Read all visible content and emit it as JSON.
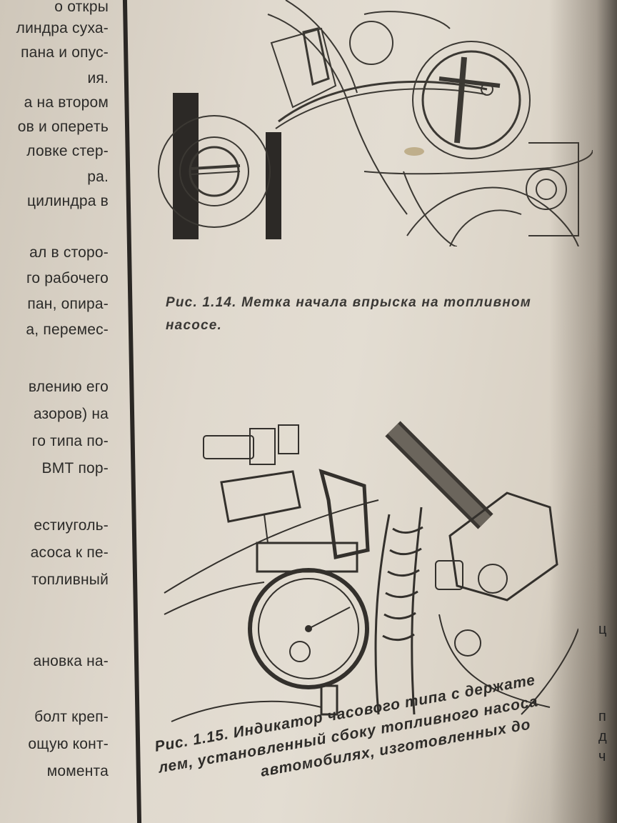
{
  "left_column": {
    "lines": [
      "о откры",
      "линдра суха-",
      "пана и опус-",
      "ия.",
      "а на втором",
      "ов и оперeть",
      "ловке стер-",
      "ра.",
      "цилиндра в",
      "ал в сторо-",
      "го рабочего",
      "пан, опира-",
      "а, перемес-",
      "влению его",
      "азоров) на",
      "го типа по-",
      "ВМТ пор-",
      "естиуголь-",
      "асоса к пе-",
      "топливный",
      "ановка на-",
      "болт креп-",
      "ощую конт-",
      "момента"
    ]
  },
  "figure_1": {
    "caption_line1": "Рис. 1.14. Метка начала впрыска на топливном",
    "caption_line2": "насосе."
  },
  "figure_2": {
    "caption_line1": "Рис. 1.15. Индикатор часового типа с держате",
    "caption_line2": "лем, установленный сбоку топливного насоса",
    "caption_line3": "автомобилях, изготовленных до"
  },
  "next_page_fragments": [
    "ц",
    "п",
    "д",
    "ч"
  ]
}
